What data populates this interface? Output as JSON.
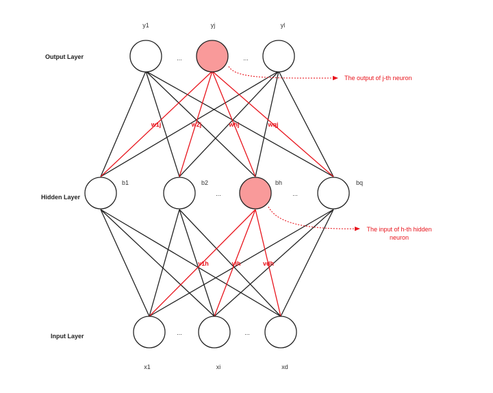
{
  "layers": {
    "output_label": "Output Layer",
    "hidden_label": "Hidden Layer",
    "input_label": "Input Layer"
  },
  "output_nodes": [
    {
      "label": "y1",
      "highlight": false
    },
    {
      "label": "yj",
      "highlight": true
    },
    {
      "label": "yl",
      "highlight": false
    }
  ],
  "hidden_nodes": [
    {
      "label": "b1",
      "highlight": false
    },
    {
      "label": "b2",
      "highlight": false
    },
    {
      "label": "bh",
      "highlight": true
    },
    {
      "label": "bq",
      "highlight": false
    }
  ],
  "input_nodes": [
    {
      "label": "x1",
      "highlight": false
    },
    {
      "label": "xi",
      "highlight": false
    },
    {
      "label": "xd",
      "highlight": false
    }
  ],
  "ellipsis": "...",
  "weights_output": [
    "w1j",
    "w2j",
    "whj",
    "wqj"
  ],
  "weights_hidden": [
    "v1h",
    "vih",
    "vdh"
  ],
  "annotations": {
    "output_note": "The output of j-th neuron",
    "hidden_note_line1": "The input of h-th hidden",
    "hidden_note_line2": "neuron"
  },
  "colors": {
    "highlight_fill": "#f99a9a",
    "red": "#e8141c",
    "line": "#222222"
  }
}
